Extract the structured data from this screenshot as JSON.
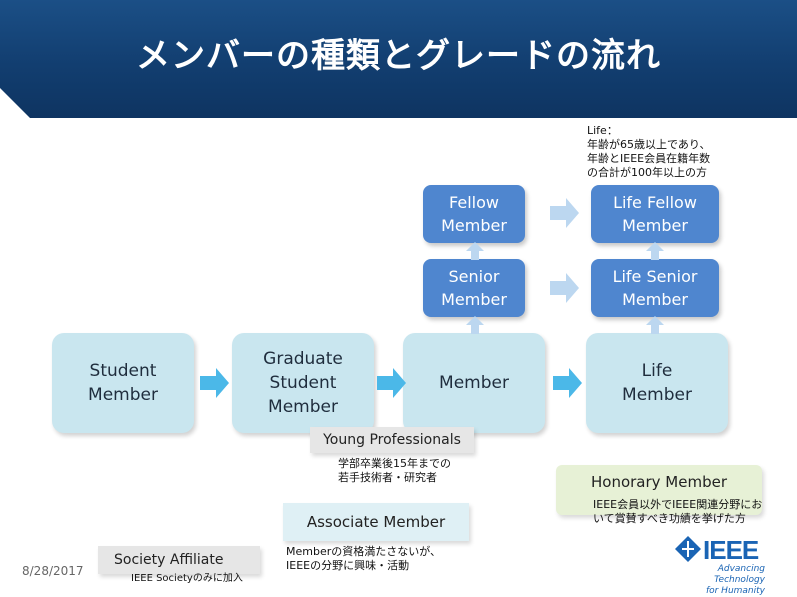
{
  "header": {
    "title": "メンバーの種類とグレードの流れ"
  },
  "boxes": {
    "student": "Student\nMember",
    "graduate": "Graduate\nStudent\nMember",
    "member": "Member",
    "life": "Life\nMember",
    "senior": "Senior\nMember",
    "fellow": "Fellow\nMember",
    "life_senior": "Life Senior\nMember",
    "life_fellow": "Life Fellow\nMember"
  },
  "life_note": "Life：\n年齢が65歳以上であり、\n年齢とIEEE会員在籍年数\nの合計が100年以上の方",
  "young_professionals": {
    "label": "Young Professionals",
    "note": "学部卒業後15年までの\n若手技術者・研究者"
  },
  "honorary": {
    "label": "Honorary Member",
    "note": "IEEE会員以外でIEEE関連分野にお\nいて賞賛すべき功績を挙げた方"
  },
  "associate": {
    "label": "Associate Member",
    "note": "Memberの資格満たさないが、\nIEEEの分野に興味・活動"
  },
  "society_affiliate": {
    "label": "Society Affiliate",
    "note": "IEEE Societyのみに加入"
  },
  "footer": {
    "date": "8/28/2017",
    "logo_text": "IEEE",
    "logo_tagline": "Advancing Technology\nfor Humanity"
  },
  "colors": {
    "header": "#1b4f86",
    "light_box": "#c9e6ef",
    "dark_box": "#4f86cf",
    "arrow": "#4bb8e8",
    "arrow_faint": "#bcd7f0"
  }
}
